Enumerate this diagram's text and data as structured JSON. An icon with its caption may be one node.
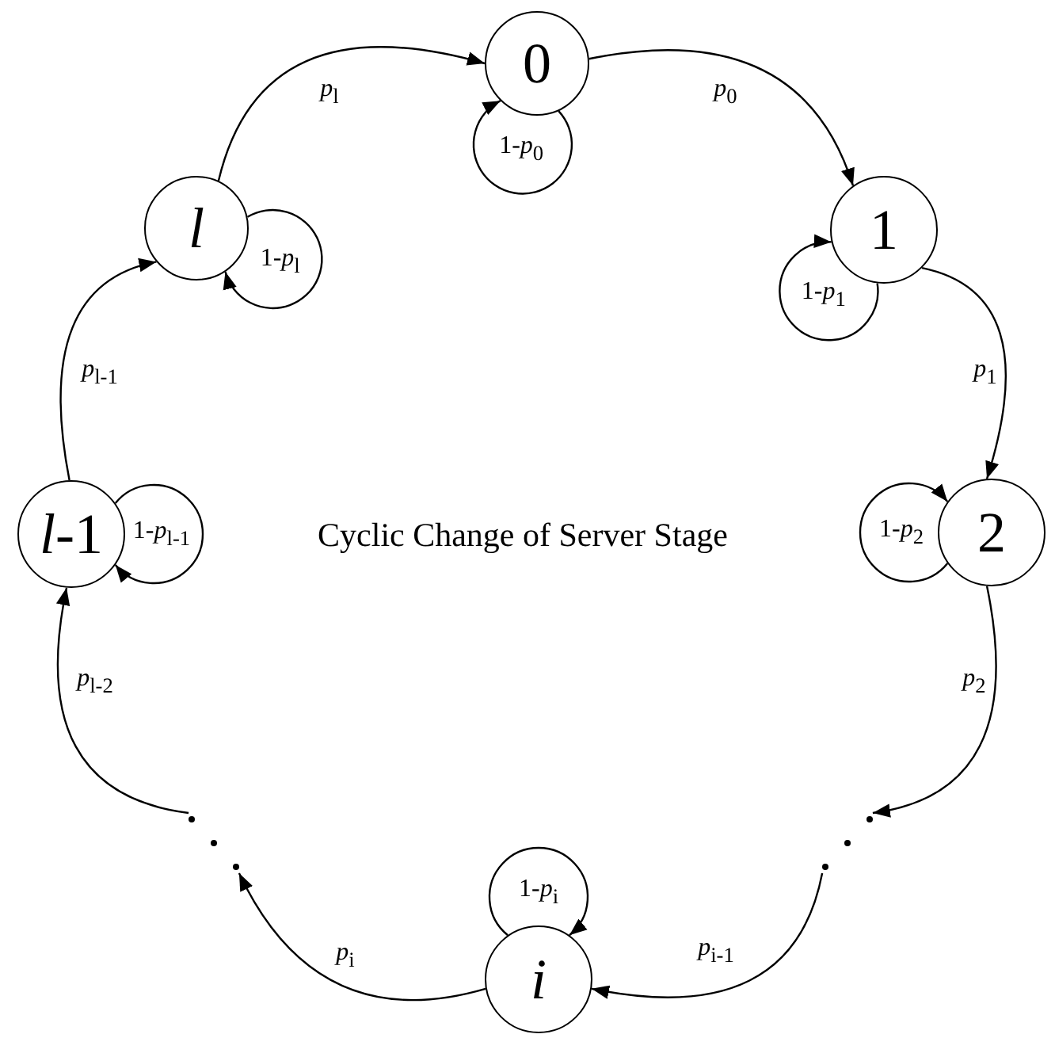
{
  "diagram": {
    "title": "Cyclic Change of Server Stage",
    "nodes": [
      {
        "text": [
          "0"
        ]
      },
      {
        "text": [
          "1"
        ]
      },
      {
        "text": [
          "2"
        ]
      },
      {
        "text": [],
        "shape": "dots"
      },
      {
        "text": [
          "i"
        ]
      },
      {
        "text": [],
        "shape": "dots"
      },
      {
        "text": [
          "*l*-1"
        ]
      },
      {
        "text": [
          "l"
        ]
      }
    ],
    "edges": [
      {
        "from": 0,
        "to": 1,
        "arrow": "to",
        "label": "*p*$_{0}$"
      },
      {
        "from": 1,
        "to": 2,
        "arrow": "to",
        "label": "*p*$_{1}$"
      },
      {
        "from": 2,
        "to": 5,
        "arrow": "to",
        "label": "*p*$_{2}$"
      },
      {
        "from": 5,
        "to": 4,
        "arrow": "to",
        "label": "*p*$_{i-1}$"
      },
      {
        "from": 4,
        "to": 3,
        "arrow": "to",
        "label": "*p*$_{i}$"
      },
      {
        "from": 3,
        "to": 6,
        "arrow": "to",
        "label": "*p*$_{l-2}$"
      },
      {
        "from": 6,
        "to": 7,
        "arrow": "to",
        "label": "*p*$_{l-1}$"
      },
      {
        "from": 7,
        "to": 0,
        "arrow": "to",
        "label": "*p*$_{l}$"
      },
      {
        "from": 0,
        "to": 0,
        "arrow": "to",
        "label": "1-*p*$_{0}$"
      },
      {
        "from": 1,
        "to": 1,
        "arrow": "to",
        "label": "1-*p*$_{1}$"
      },
      {
        "from": 2,
        "to": 2,
        "arrow": "to",
        "label": "1-*p*$_{2}$"
      },
      {
        "from": 4,
        "to": 4,
        "arrow": "to",
        "label": "1-*p*$_{i}$"
      },
      {
        "from": 6,
        "to": 6,
        "arrow": "to",
        "label": "1-*p*$_{l-1}$"
      },
      {
        "from": 7,
        "to": 7,
        "arrow": "to",
        "label": "1-*p*$_{l}$"
      }
    ]
  }
}
